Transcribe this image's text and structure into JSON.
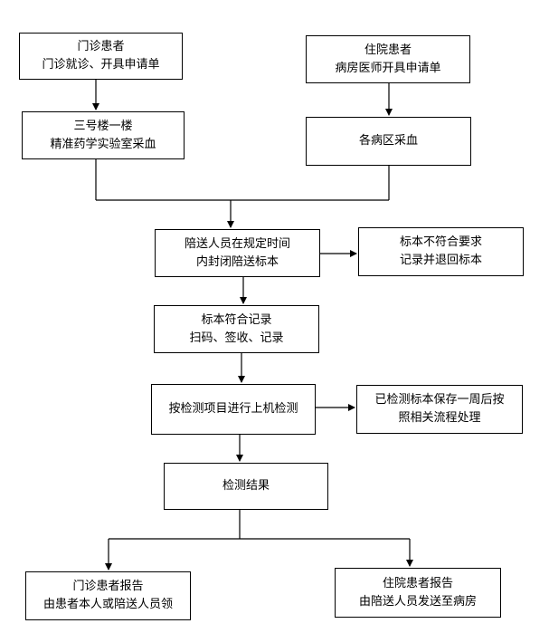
{
  "nodes": {
    "outpatient": {
      "line1": "门诊患者",
      "line2": "门诊就诊、开具申请单"
    },
    "inpatient": {
      "line1": "住院患者",
      "line2": "病房医师开具申请单"
    },
    "building": {
      "line1": "三号楼一楼",
      "line2": "精准药学实验室采血"
    },
    "ward": {
      "line1": "各病区采血"
    },
    "escort": {
      "line1": "陪送人员在规定时间",
      "line2": "内封闭陪送标本"
    },
    "reject": {
      "line1": "标本不符合要求",
      "line2": "记录并退回标本"
    },
    "accept": {
      "line1": "标本符合记录",
      "line2": "扫码、签收、记录"
    },
    "test": {
      "line1": "按检测项目进行上机检测"
    },
    "store": {
      "line1": "已检测标本保存一周后按",
      "line2": "照相关流程处理"
    },
    "result": {
      "line1": "检测结果"
    },
    "out_report": {
      "line1": "门诊患者报告",
      "line2": "由患者本人或陪送人员领"
    },
    "in_report": {
      "line1": "住院患者报告",
      "line2": "由陪送人员发送至病房"
    }
  }
}
